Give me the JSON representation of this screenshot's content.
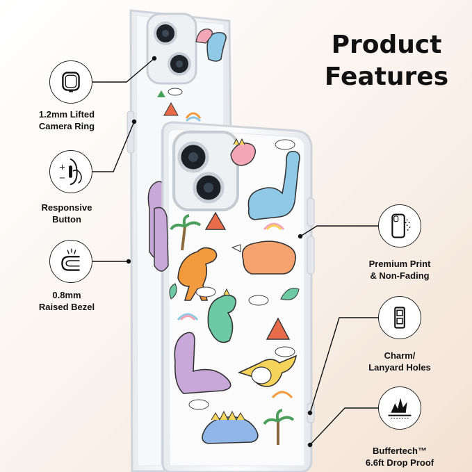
{
  "heading": {
    "line1": "Product",
    "line2": "Features"
  },
  "features": {
    "camera_ring": {
      "line1": "1.2mm Lifted",
      "line2": "Camera Ring",
      "icon": "camera-ring-icon"
    },
    "button": {
      "line1": "Responsive",
      "line2": "Button",
      "icon": "button-press-icon"
    },
    "bezel": {
      "line1": "0.8mm",
      "line2": "Raised Bezel",
      "icon": "raised-bezel-icon"
    },
    "print": {
      "line1": "Premium Print",
      "line2": "& Non-Fading",
      "icon": "phone-print-icon"
    },
    "holes": {
      "line1": "Charm/",
      "line2": "Lanyard Holes",
      "icon": "lanyard-hole-icon"
    },
    "drop": {
      "line1": "Buffertech™",
      "line2": "6.6ft Drop Proof",
      "icon": "drop-impact-icon"
    }
  },
  "colors": {
    "case_edge": "#d9dde2",
    "purple_dino": "#c7a8d9",
    "orange_dino": "#f29a3e",
    "green_dino": "#6cc9a4",
    "blue_dino": "#8fc9e6",
    "yellow_dino": "#f6d35b",
    "pink_dino": "#f3a6b5"
  }
}
